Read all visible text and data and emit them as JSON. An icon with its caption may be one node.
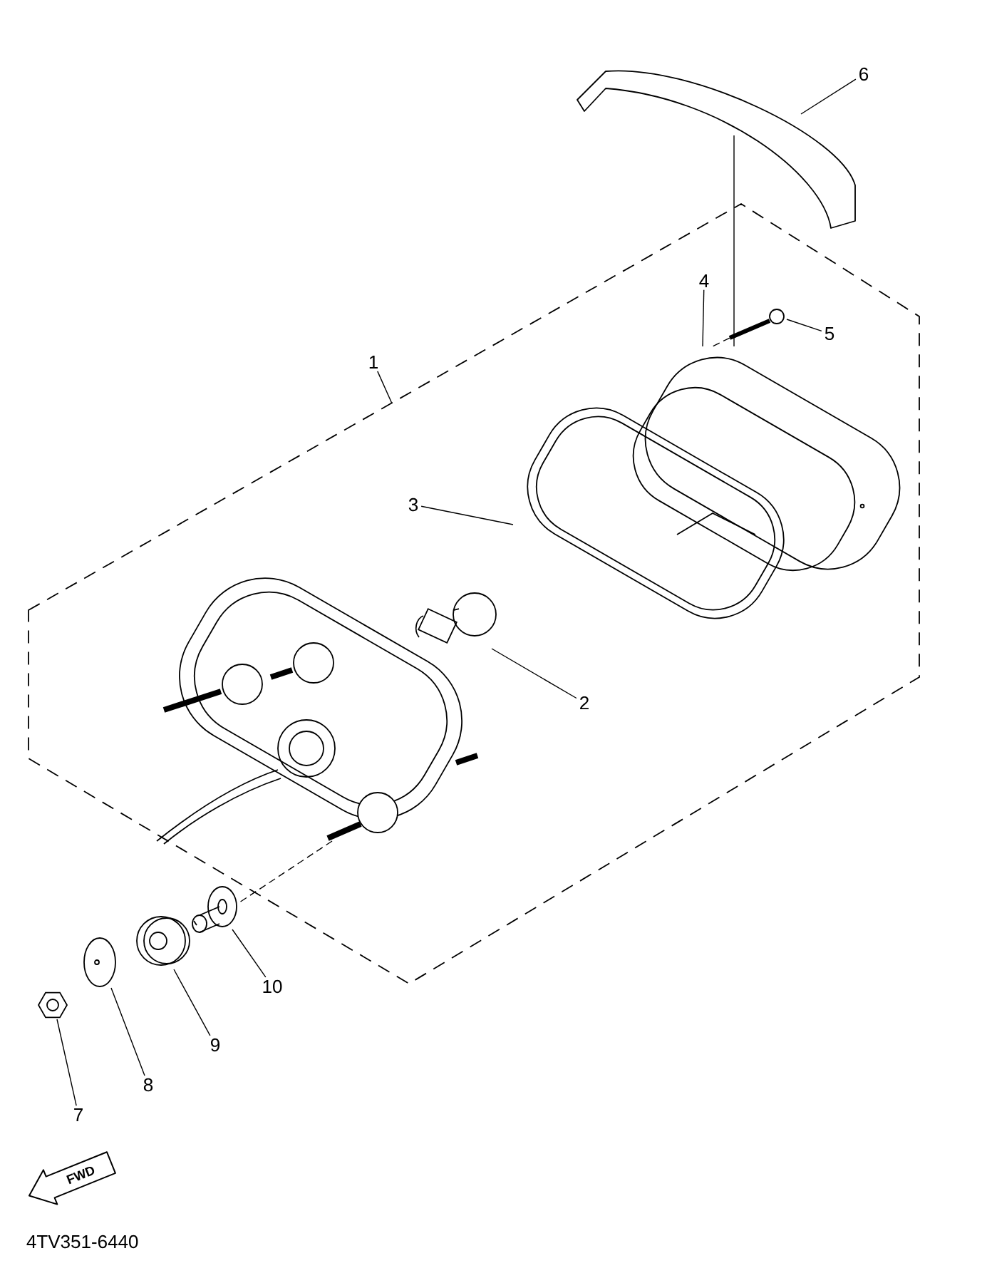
{
  "diagram": {
    "nodes": [
      {
        "text": [
          "1"
        ]
      },
      {
        "text": [],
        "shape": "box"
      },
      {
        "text": [
          "2"
        ],
        "in": 1
      },
      {
        "text": [],
        "shape": "picture",
        "in": 1
      },
      {
        "text": [
          "3"
        ],
        "in": 1
      },
      {
        "text": [],
        "shape": "picture",
        "in": 1
      },
      {
        "text": [
          "4"
        ],
        "in": 1
      },
      {
        "text": [],
        "shape": "picture",
        "in": 1
      },
      {
        "text": [
          "5"
        ],
        "in": 1
      },
      {
        "text": [],
        "shape": "picture",
        "in": 1
      },
      {
        "text": [
          "6"
        ]
      },
      {
        "text": [],
        "shape": "picture"
      },
      {
        "text": [
          "7"
        ]
      },
      {
        "text": [],
        "shape": "picture"
      },
      {
        "text": [
          "8"
        ]
      },
      {
        "text": [],
        "shape": "picture"
      },
      {
        "text": [
          "9"
        ]
      },
      {
        "text": [],
        "shape": "picture"
      },
      {
        "text": [
          "10"
        ]
      },
      {
        "text": [],
        "shape": "picture"
      },
      {
        "text": [],
        "shape": "picture",
        "in": 1
      }
    ],
    "edges": [
      {
        "from": 0,
        "to": 1,
        "arrow": "none"
      },
      {
        "from": 2,
        "to": 3,
        "arrow": "none"
      },
      {
        "from": 4,
        "to": 5,
        "arrow": "none"
      },
      {
        "from": 6,
        "to": 7,
        "arrow": "none"
      },
      {
        "from": 8,
        "to": 9,
        "arrow": "none"
      },
      {
        "from": 10,
        "to": 11,
        "arrow": "none"
      },
      {
        "from": 12,
        "to": 13,
        "arrow": "none"
      },
      {
        "from": 14,
        "to": 15,
        "arrow": "none"
      },
      {
        "from": 16,
        "to": 17,
        "arrow": "none"
      },
      {
        "from": 18,
        "to": 19,
        "arrow": "none"
      },
      {
        "from": 11,
        "to": 7,
        "arrow": "none"
      },
      {
        "from": 9,
        "to": 7,
        "arrow": "none",
        "style": "dashed"
      },
      {
        "from": 20,
        "to": 19,
        "arrow": "none",
        "style": "dashed"
      }
    ],
    "labels": [
      "FWD",
      "4TV351-6440"
    ]
  }
}
